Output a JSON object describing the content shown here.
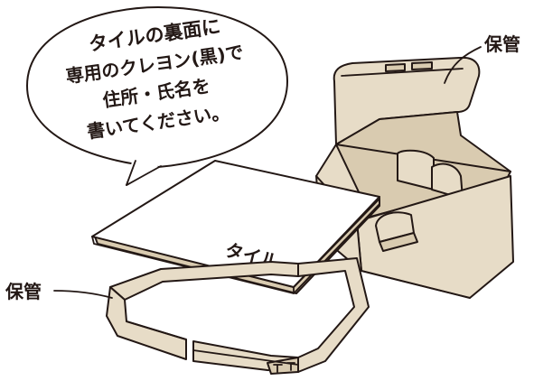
{
  "bubble": {
    "lines": [
      "タイルの裏面に",
      "専用のクレヨン(黒)で",
      "住所・氏名を",
      "書いてください。"
    ]
  },
  "labels": {
    "storage_top": "保管",
    "storage_left": "保管",
    "tile": "タイル"
  }
}
